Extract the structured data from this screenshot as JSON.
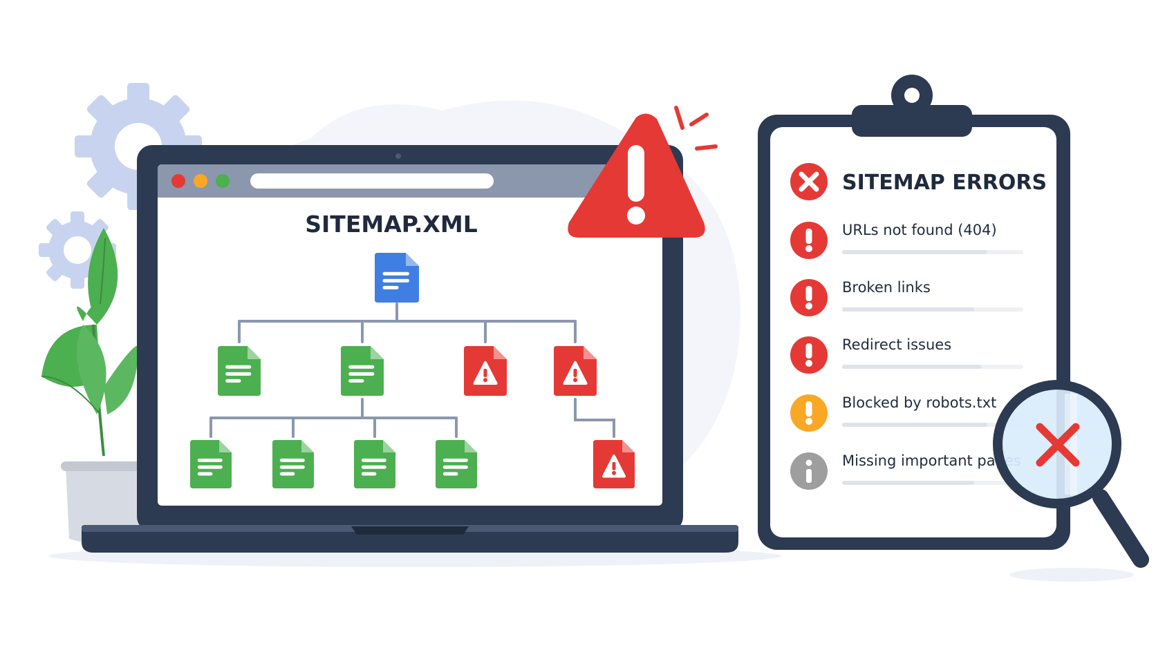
{
  "screen": {
    "title": "SITEMAP.XML",
    "window_controls": [
      "close-dot",
      "minimize-dot",
      "maximize-dot"
    ],
    "tree": {
      "root": {
        "type": "doc",
        "color": "#3f7fe3"
      },
      "level1": [
        {
          "type": "doc",
          "color": "#4caf50"
        },
        {
          "type": "doc",
          "color": "#4caf50"
        },
        {
          "type": "warning-doc",
          "color": "#e53935"
        },
        {
          "type": "warning-doc",
          "color": "#e53935"
        }
      ],
      "level2": [
        {
          "type": "doc",
          "color": "#4caf50",
          "parent": 1
        },
        {
          "type": "doc",
          "color": "#4caf50",
          "parent": 1
        },
        {
          "type": "doc",
          "color": "#4caf50",
          "parent": 1
        },
        {
          "type": "doc",
          "color": "#4caf50",
          "parent": 1
        },
        {
          "type": "warning-doc",
          "color": "#e53935",
          "parent": 3
        }
      ]
    }
  },
  "clipboard": {
    "title": "SITEMAP ERRORS",
    "title_icon": "x-circle-icon",
    "items": [
      {
        "label": "URLs not found (404)",
        "icon": "exclamation-icon",
        "color": "#e53935"
      },
      {
        "label": "Broken links",
        "icon": "exclamation-icon",
        "color": "#e53935"
      },
      {
        "label": "Redirect issues",
        "icon": "exclamation-icon",
        "color": "#e53935"
      },
      {
        "label": "Blocked by robots.txt",
        "icon": "exclamation-icon",
        "color": "#f9a825"
      },
      {
        "label": "Missing important pages",
        "icon": "info-icon",
        "color": "#9e9e9e"
      }
    ]
  },
  "colors": {
    "navy": "#2c3a52",
    "error_red": "#e53935",
    "success_green": "#4caf50",
    "doc_blue": "#3f7fe3",
    "gear": "#c8d4ef",
    "warning_amber": "#f9a825"
  },
  "icons": [
    "gear-icon",
    "plant-icon",
    "warning-triangle-icon",
    "magnifier-icon",
    "x-mark-icon",
    "clipboard-icon",
    "laptop-icon"
  ]
}
